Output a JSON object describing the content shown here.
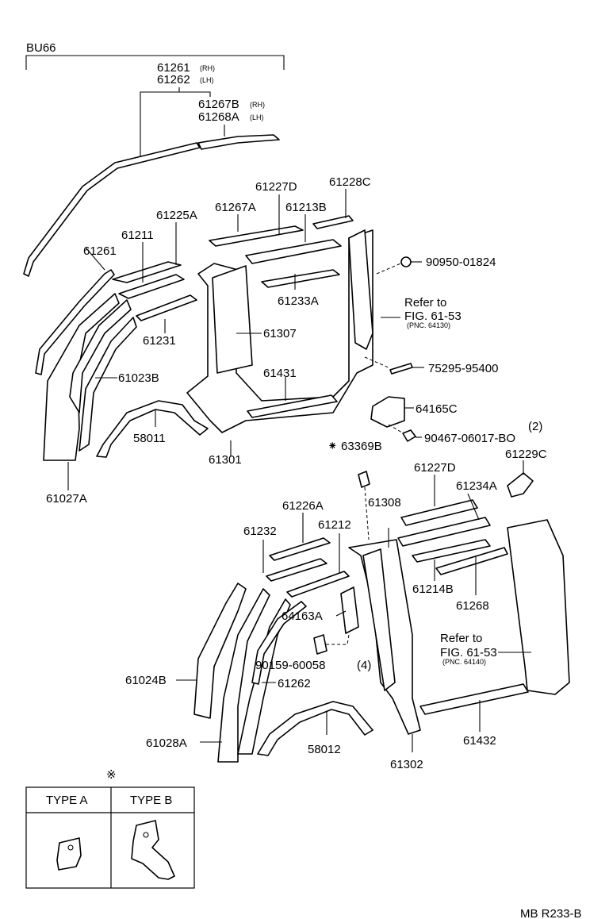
{
  "model_code": "BU66",
  "doc_ref": "MB R233-B",
  "footnote_mark": "※",
  "upper_group": {
    "pair_rh": "61261",
    "pair_lh": "61262",
    "pair_rh_suffix": "(RH)",
    "pair_lh_suffix": "(LH)",
    "sub_rh": "61267B",
    "sub_lh": "61268A",
    "sub_rh_suffix": "(RH)",
    "sub_lh_suffix": "(LH)"
  },
  "refer": {
    "upper_line1": "Refer to",
    "upper_line2": "FIG. 61-53",
    "upper_line3": "(PNC. 64130)",
    "lower_line1": "Refer to",
    "lower_line2": "FIG. 61-53",
    "lower_line3": "(PNC. 64140)"
  },
  "qty": {
    "bolt_upper": "(2)",
    "bolt_lower": "(4)"
  },
  "labels": {
    "p61227D_top": "61227D",
    "p61228C": "61228C",
    "p61267A": "61267A",
    "p61213B": "61213B",
    "p61225A": "61225A",
    "p61211": "61211",
    "p61261": "61261",
    "p90950": "90950-01824",
    "p61233A": "61233A",
    "p61307": "61307",
    "p61231": "61231",
    "p61023B": "61023B",
    "p61431": "61431",
    "p75295": "75295-95400",
    "p64165C": "64165C",
    "p90467": "90467-06017-BO",
    "p58011": "58011",
    "p61301": "61301",
    "p61027A": "61027A",
    "p63369B": "63369B",
    "p61227D_bot": "61227D",
    "p61229C": "61229C",
    "p61234A": "61234A",
    "p61226A": "61226A",
    "p61308": "61308",
    "p61232": "61232",
    "p61212": "61212",
    "p61214B": "61214B",
    "p61268": "61268",
    "p64163A": "64163A",
    "p90159": "90159-60058",
    "p61024B": "61024B",
    "p61262": "61262",
    "p61028A": "61028A",
    "p58012": "58012",
    "p61302": "61302",
    "p61432": "61432"
  },
  "asterisk_mark": "⁕",
  "types": {
    "a": "TYPE A",
    "b": "TYPE B"
  }
}
